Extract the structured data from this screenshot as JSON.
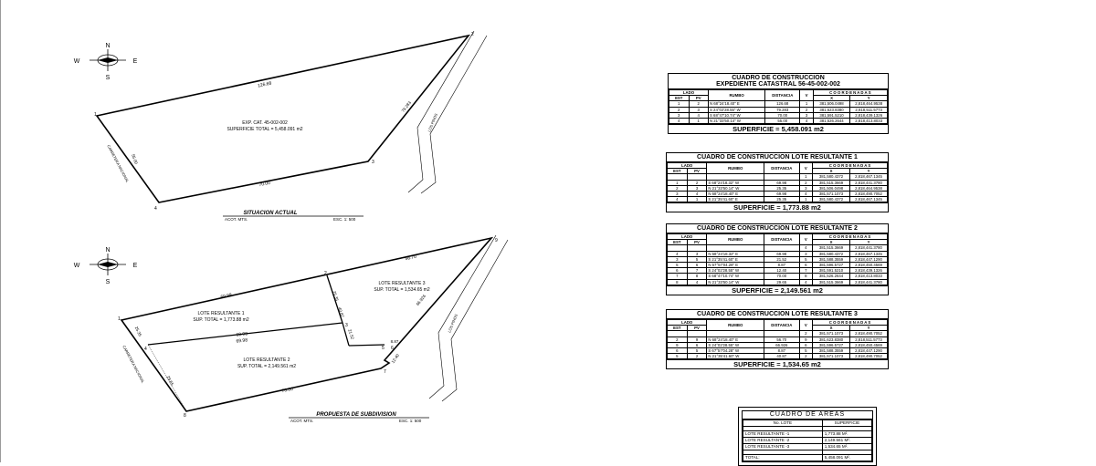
{
  "compass": {
    "n": "N",
    "s": "S",
    "e": "E",
    "w": "W"
  },
  "plan1": {
    "v1": "1",
    "v2": "2",
    "v3": "3",
    "v4": "4",
    "dist_top": "126.68",
    "dist_right": "79.283",
    "dist_bottom": "70.00",
    "dist_left": "55.00",
    "road_left": "CARRETERA NACIONAL",
    "road_right": "LOS PINOS",
    "label1": "EXP. CAT. 45-002-002",
    "label2": "SUPERFICIE TOTAL = 5,458.091 m2",
    "title": "SITUACION ACTUAL",
    "acot": "ACOT. MTS.",
    "esc": "ESC. 1: 500"
  },
  "plan2": {
    "v1": "1",
    "v2": "2",
    "v3": "3",
    "v4": "4",
    "v5": "5",
    "v6": "6",
    "v7": "7",
    "v8": "8",
    "v9": "9",
    "d_top": "56.70",
    "d_l1_top": "69.98",
    "d_l2_top": "69.98",
    "d_l2_top2": "69.98",
    "d_bottom": "70.00",
    "d_left1": "25.35",
    "d_left2": "29.65",
    "d_inner_v1": "25.35",
    "d_inner_v2": "40.87",
    "d_inner_v3": "21.52",
    "d_small1": "8.87",
    "d_small2": "12.40",
    "d_right": "66.926",
    "road_left": "CARRETERA NACIONAL",
    "road_right": "LOS PINOS",
    "lote3": "LOTE RESULTANTE 3",
    "lote3_sup": "SUP. TOTAL = 1,534.65 m2",
    "lote1": "LOTE RESULTANTE 1",
    "lote1_sup": "SUP. TOTAL = 1,773.88 m2",
    "lote2": "LOTE RESULTANTE 2",
    "lote2_sup": "SUP. TOTAL = 2,149.561 m2",
    "title": "PROPUESTA DE SUBDIVISION",
    "acot": "ACOT. MTS.",
    "esc": "ESC. 1: 500"
  },
  "headers": {
    "lado": "LADO",
    "est": "EST",
    "pv": "PV",
    "rumbo": "RUMBO",
    "distancia": "DISTANCIA",
    "v": "V",
    "coord": "C O O R D E N A D A S",
    "x": "X",
    "y": "Y"
  },
  "tables": [
    {
      "title": "CUADRO DE CONSTRUCCION\nEXPEDIENTE CATASTRAL 56-45-002-002",
      "first": null,
      "rows": [
        [
          "1",
          "2",
          "N 68°24'18.40\" E",
          "126.68",
          "1",
          "381,506.0498",
          "2,818,464.9538"
        ],
        [
          "2",
          "3",
          "S 24°02'28.55\" W",
          "79.283",
          "2",
          "381,623.8380",
          "2,818,511.5773"
        ],
        [
          "3",
          "4",
          "S 68°47'10.74\" W",
          "70.00",
          "3",
          "381,591.5210",
          "2,818,439.1326"
        ],
        [
          "4",
          "1",
          "N 21°33'50.14\" W",
          "55.00",
          "4",
          "381,526.2644",
          "2,818,413.8033"
        ]
      ],
      "sup": "SUPERFICIE = 5,458.091 m2"
    },
    {
      "title": "CUADRO DE CONSTRUCCION LOTE RESULTANTE 1",
      "first": [
        "1",
        "381,580.4372",
        "2,818,467.1345"
      ],
      "rows": [
        [
          "1",
          "2",
          "S 68°24'18.32\" W",
          "69.98",
          "2",
          "381,515.3669",
          "2,818,441.3780"
        ],
        [
          "2",
          "3",
          "N 21°33'50.14\" W",
          "25.35",
          "3",
          "381,506.0498",
          "2,818,464.9538"
        ],
        [
          "3",
          "4",
          "N 68°24'18.40\" E",
          "69.98",
          "4",
          "381,571.1073",
          "2,818,490.7052"
        ],
        [
          "4",
          "1",
          "S 21°35'41.60\" E",
          "25.35",
          "1",
          "381,580.4372",
          "2,818,467.1345"
        ]
      ],
      "sup": "SUPERFICIE = 1,773.88 m2"
    },
    {
      "title": "CUADRO DE CONSTRUCCION LOTE RESULTANTE 2",
      "first": [
        "4",
        "381,515.3669",
        "2,818,441.3780"
      ],
      "rows": [
        [
          "4",
          "3",
          "N 68°24'18.32\" E",
          "69.98",
          "3",
          "381,580.4372",
          "2,818,467.1345"
        ],
        [
          "3",
          "5",
          "S 21°35'41.60\" E",
          "21.52",
          "5",
          "381,588.3559",
          "2,818,447.1290"
        ],
        [
          "5",
          "6",
          "N 67°57'04.28\" E",
          "8.87",
          "6",
          "381,596.5727",
          "2,818,450.4569"
        ],
        [
          "6",
          "7",
          "S 24°02'28.55\" W",
          "12.40",
          "7",
          "381,591.5210",
          "2,818,439.1326"
        ],
        [
          "7",
          "8",
          "S 68°47'10.74\" W",
          "70.00",
          "8",
          "381,526.2644",
          "2,818,413.8033"
        ],
        [
          "8",
          "4",
          "N 21°33'50.14\" W",
          "29.65",
          "4",
          "381,515.3669",
          "2,818,441.3780"
        ]
      ],
      "sup": "SUPERFICIE = 2,149.561 m2"
    },
    {
      "title": "CUADRO DE CONSTRUCCION LOTE RESULTANTE 3",
      "first": [
        "2",
        "381,571.1073",
        "2,818,490.7052"
      ],
      "rows": [
        [
          "2",
          "9",
          "N 68°24'18.40\" E",
          "56.70",
          "9",
          "381,623.8380",
          "2,818,511.5773"
        ],
        [
          "9",
          "6",
          "S 24°02'28.55\" W",
          "66.926",
          "6",
          "381,596.5727",
          "2,818,450.4569"
        ],
        [
          "6",
          "5",
          "S 67°57'04.28\" W",
          "8.87",
          "5",
          "381,588.3559",
          "2,818,447.1290"
        ],
        [
          "5",
          "2",
          "N 21°35'41.60\" W",
          "40.87",
          "2",
          "381,571.1073",
          "2,818,490.7052"
        ]
      ],
      "sup": "SUPERFICIE = 1,534.65 m2"
    }
  ],
  "areas": {
    "title": "CUADRO DE AREAS",
    "col1": "No. LOTE",
    "col2": "SUPERFICIE",
    "rows": [
      [
        "LOTE RESULTANTE -1",
        "1,773.88 M²."
      ],
      [
        "LOTE RESULTANTE -2",
        "2,149.561 M²."
      ],
      [
        "LOTE RESULTANTE -3",
        "1,534.65 M²."
      ]
    ],
    "total_label": "TOTAL:",
    "total_value": "5,458.091 M²."
  }
}
